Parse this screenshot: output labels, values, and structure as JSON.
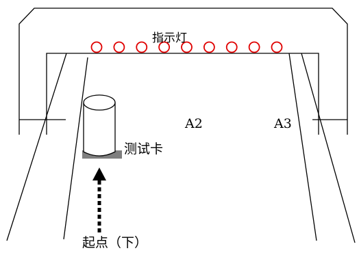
{
  "labels": {
    "indicator": "指示灯",
    "a2": "A2",
    "a3": "A3",
    "test_card": "测试卡",
    "start": "起点（下）"
  },
  "indicator_lights": {
    "count": 9,
    "color": "#e00000"
  },
  "colors": {
    "line": "#000000",
    "card_base": "#7f7f7f"
  }
}
